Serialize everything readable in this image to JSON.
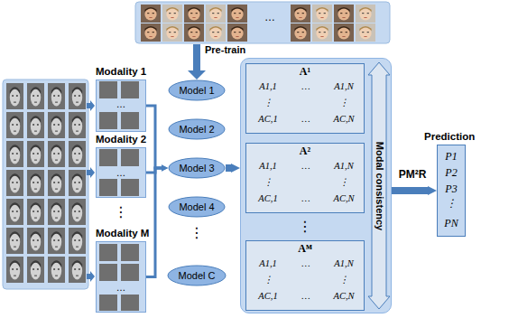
{
  "diagram": {
    "nodes": [
      {
        "text": [
          "Modality 1",
          "…"
        ]
      },
      {
        "text": [
          "Modality 2",
          "…"
        ]
      },
      {
        "text": [
          "Modality M",
          "…"
        ]
      },
      {
        "text": [
          "Model 1"
        ]
      },
      {
        "text": [
          "Model 2"
        ]
      },
      {
        "text": [
          "Model 3"
        ]
      },
      {
        "text": [
          "Model 4"
        ]
      },
      {
        "text": [
          "Model C"
        ]
      },
      {
        "text": [
          "Modal consistency"
        ]
      },
      {
        "text": [
          "A¹",
          "A1,1",
          "…",
          "A1,N",
          "⋮",
          "⋮",
          "AC,1",
          "…",
          "AC,N"
        ],
        "in": 8
      },
      {
        "text": [
          "A²",
          "A1,1",
          "…",
          "A1,N",
          "⋮",
          "⋮",
          "AC,1",
          "…",
          "AC,N"
        ],
        "in": 8
      },
      {
        "text": [
          "Aᴹ",
          "A1,1",
          "…",
          "A1,N",
          "⋮",
          "⋮",
          "AC,1",
          "…",
          "AC,N"
        ],
        "in": 8
      },
      {
        "text": [
          "Prediction",
          "P1",
          "P2",
          "P3",
          "⋮",
          "PN"
        ]
      }
    ],
    "edges": [
      {
        "from": 0,
        "to": 5,
        "arrow": "to"
      },
      {
        "from": 1,
        "to": 5,
        "arrow": "to"
      },
      {
        "from": 2,
        "to": 5,
        "arrow": "to"
      },
      {
        "from": 5,
        "to": 8,
        "arrow": "to"
      },
      {
        "from": 8,
        "to": 12,
        "label": "PM²R",
        "arrow": "to"
      }
    ],
    "labels": [
      "…",
      "Pre-train",
      "⋮",
      "⋮",
      "⋮"
    ]
  }
}
